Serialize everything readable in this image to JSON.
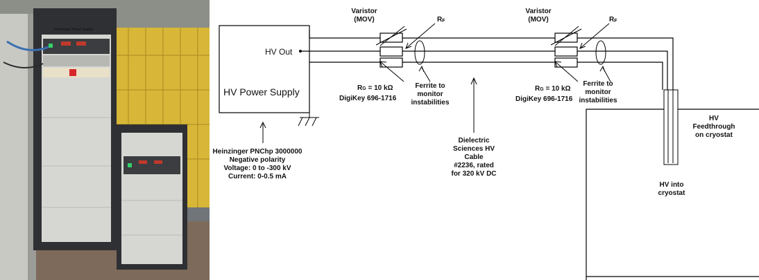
{
  "photo": {
    "description_icon": "equipment-photo-icon",
    "rack_label": "Heinzinger Power Supply"
  },
  "diagram": {
    "varistor_label_1": "Varistor",
    "varistor_label_2": "(MOV)",
    "rf_label": "R",
    "rf_sub": "F",
    "hv_out": "HV Out",
    "supply_box": "HV Power Supply",
    "rg_prefix": "R",
    "rg_sub": "G",
    "rg_value": " = 10 kΩ",
    "digikey": "DigiKey 696-1716",
    "ferrite_1": "Ferrite to",
    "ferrite_2": "monitor",
    "ferrite_3": "instabilities",
    "supply_info": [
      "Heinzinger PNChp 3000000",
      "Negative polarity",
      "Voltage:  0 to -300 kV",
      "Current:  0-0.5 mA"
    ],
    "cable_info": [
      "Dielectric",
      "Sciences HV",
      "Cable",
      "#2236, rated",
      "for 320 kV DC"
    ],
    "feedthrough_info": [
      "HV",
      "Feedthrough",
      "on cryostat"
    ],
    "into_info": [
      "HV into",
      "cryostat"
    ]
  }
}
